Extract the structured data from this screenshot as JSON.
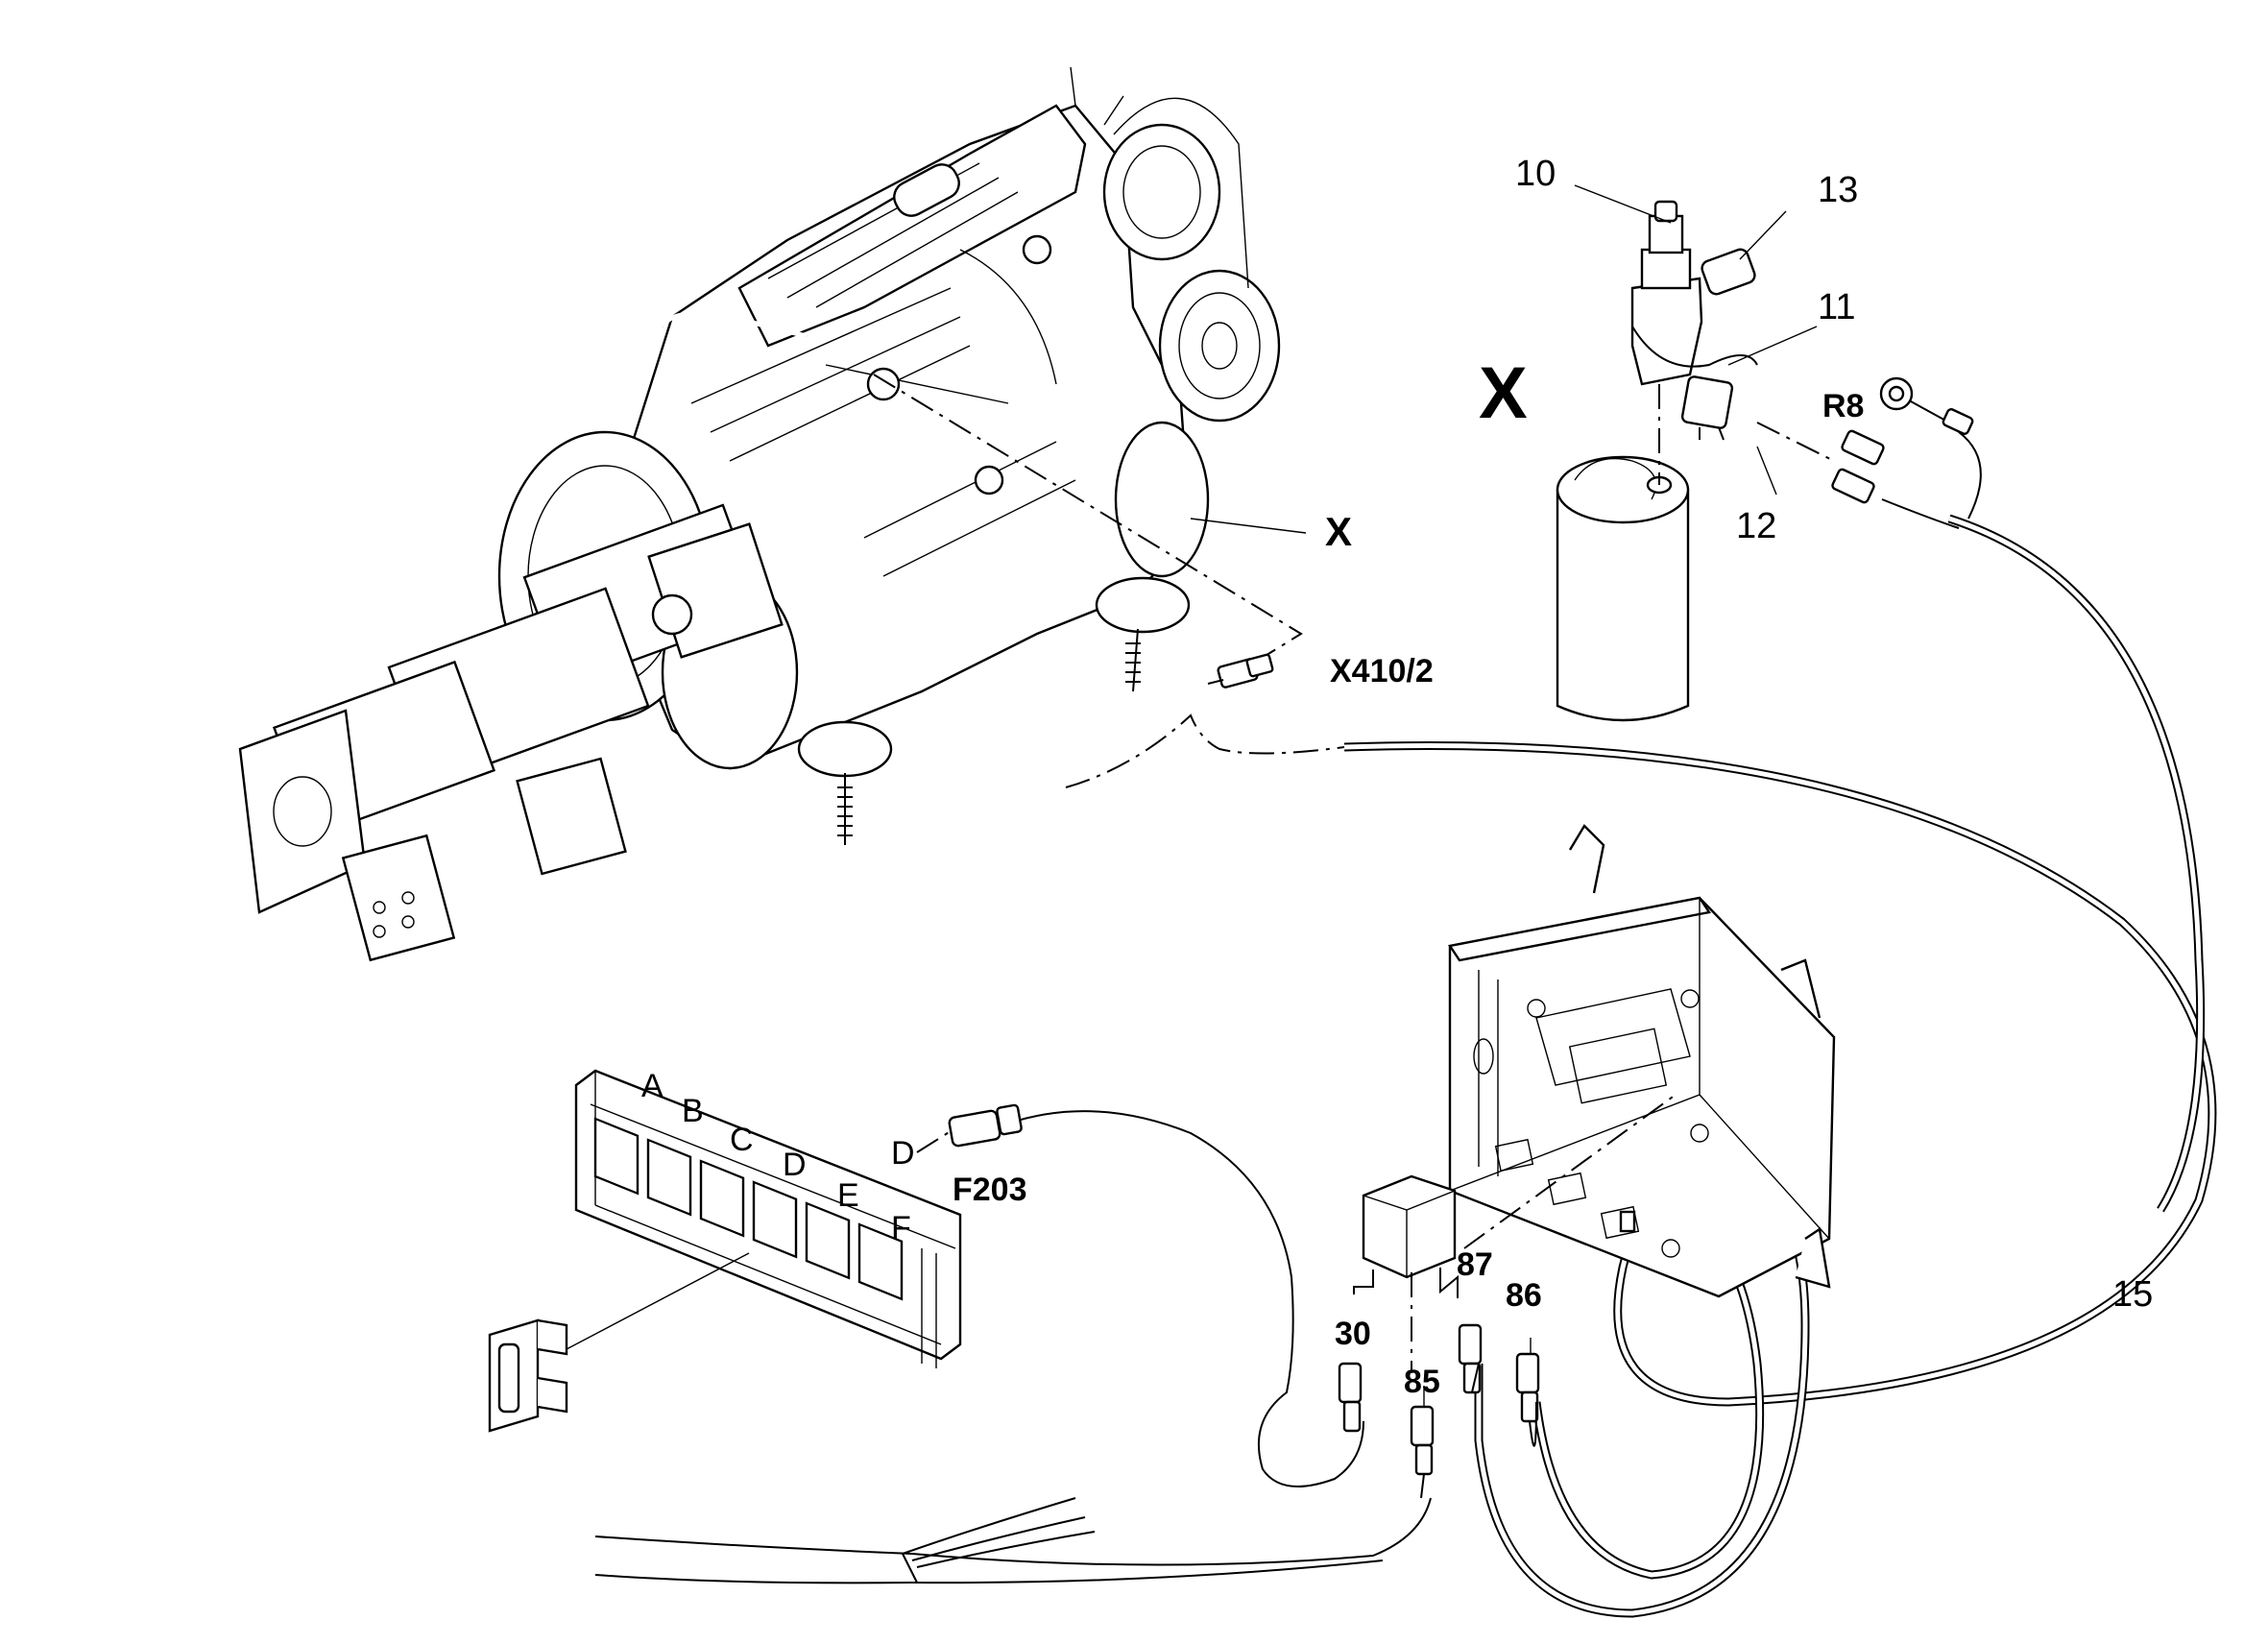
{
  "diagram": {
    "callouts": {
      "c10": "10",
      "c11": "11",
      "c12": "12",
      "c13": "13",
      "c15": "15",
      "r8": "R8",
      "x_detail": "X",
      "x_engine": "X",
      "x410": "X410/2",
      "f203": "F203",
      "t30": "30",
      "t85": "85",
      "t86": "86",
      "t87": "87"
    },
    "fuse_slots": [
      "A",
      "B",
      "C",
      "D",
      "E",
      "F",
      "D"
    ]
  }
}
